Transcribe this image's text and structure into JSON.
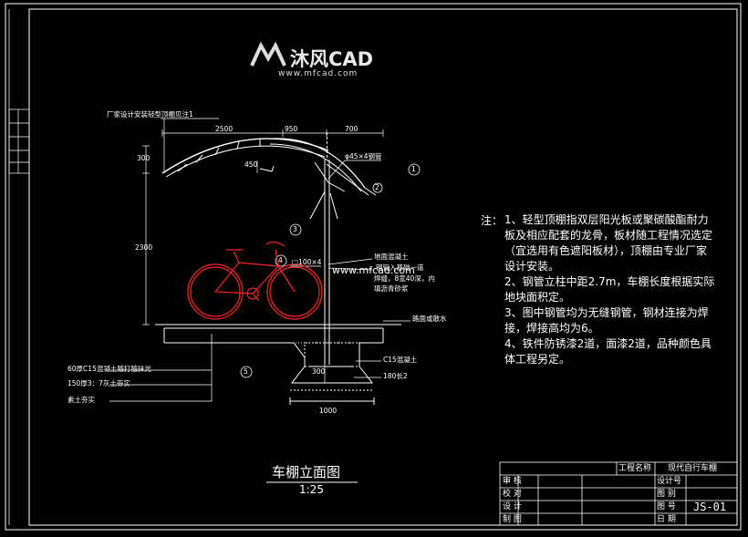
{
  "logo": {
    "text": "沐风CAD",
    "url": "www.mfcad.com"
  },
  "watermark": "www.mfcad.com",
  "drawing": {
    "title": "车棚立面图",
    "scale": "1:25",
    "dimensions": {
      "top_left": "2500",
      "top_mid": "950",
      "top_right": "700",
      "left_small": "300",
      "left_tall": "2300",
      "inner_small": "450",
      "base": "1000",
      "foot": "300"
    },
    "labels": {
      "canopy_note": "厂家设计安装轻型顶棚见注1",
      "steel_pipe": "φ45×4钢管",
      "column": "□100×4",
      "ground_concrete": "地面混凝土",
      "anchor_1": "钢管入基础一道",
      "anchor_2": "焊缝，8宽40深，内",
      "anchor_3": "填沥青砂浆",
      "road": "路面或散水",
      "layer_1": "60厚C15混凝土随打随抹光",
      "layer_2": "150厚3：7灰土夯实",
      "layer_3": "素土夯实",
      "footing_concrete": "C15混凝土",
      "footing_size": "180长2"
    },
    "callouts": [
      "1",
      "2",
      "3",
      "4",
      "5"
    ]
  },
  "notes": {
    "heading": "注：",
    "items": [
      "1、轻型顶棚指双层阳光板或聚碳酸酯耐力板及相应配套的龙骨，板材随工程情况选定（宜选用有色遮阳板材），顶棚由专业厂家设计安装。",
      "2、钢管立柱中距2.7m，车棚长度根据实际地块面积定。",
      "3、图中钢管均为无缝钢管，钢材连接为焊接，焊接高均为6。",
      "4、铁件防锈漆2道，面漆2道，品种颜色具体工程另定。"
    ]
  },
  "title_block": {
    "project_label": "工程名称",
    "project_name": "现代自行车棚",
    "rows": [
      {
        "label": "审 核",
        "right_label": "设计号",
        "right_value": ""
      },
      {
        "label": "校 对",
        "right_label": "图 别",
        "right_value": ""
      },
      {
        "label": "设 计",
        "right_label": "图 号",
        "right_value": "JS-01"
      },
      {
        "label": "制 图",
        "right_label": "日 期",
        "right_value": ""
      }
    ]
  },
  "colors": {
    "line": "#ffffff",
    "bicycle": "#ff2020",
    "ground": "#ffffff"
  }
}
